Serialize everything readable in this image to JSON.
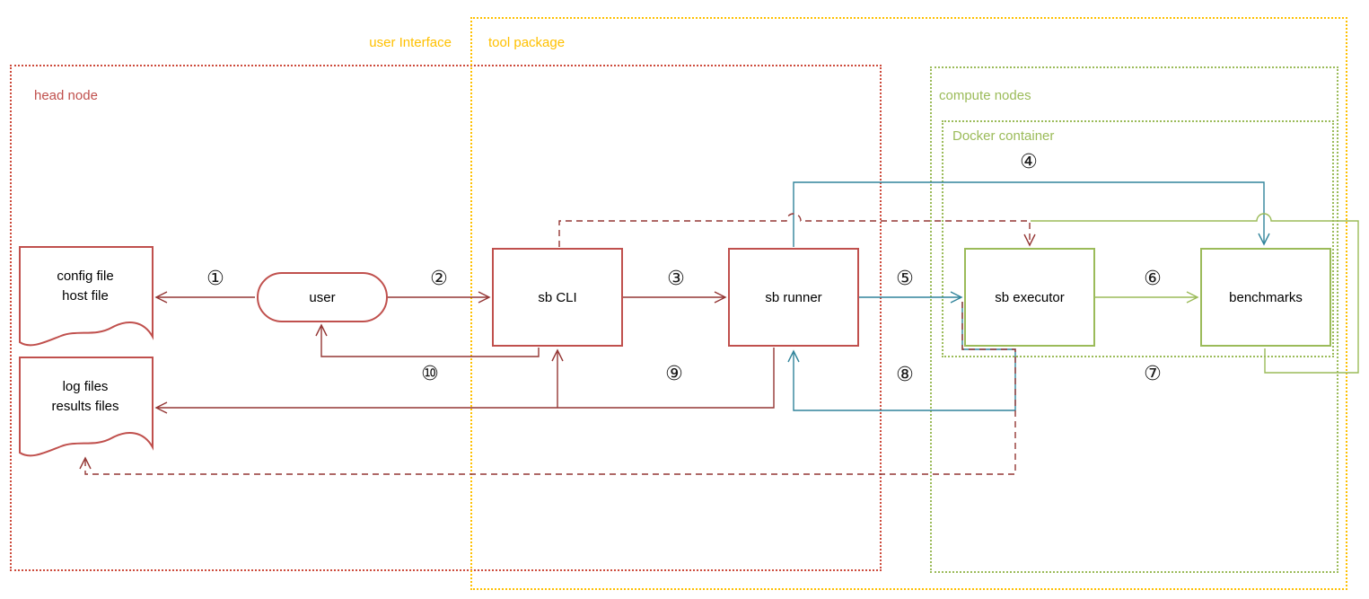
{
  "diagram": {
    "containers": {
      "head_node": {
        "label": "head node",
        "border_color": "#cd4b3c"
      },
      "tool_package": {
        "label": "tool package",
        "border_color": "#ffc000"
      },
      "user_interface": {
        "label": "user Interface",
        "color": "#ffc000"
      },
      "compute_nodes": {
        "label": "compute nodes",
        "border_color": "#9bbb59"
      },
      "docker_container": {
        "label": "Docker container",
        "border_color": "#9bbb59"
      }
    },
    "nodes": {
      "config_files": {
        "line1": "config file",
        "line2": "host file",
        "shape": "document",
        "border_color": "#c0504d"
      },
      "log_files": {
        "line1": "log files",
        "line2": "results files",
        "shape": "document",
        "border_color": "#c0504d"
      },
      "user": {
        "label": "user",
        "shape": "stadium",
        "border_color": "#c0504d"
      },
      "sb_cli": {
        "label": "sb CLI",
        "shape": "rect",
        "border_color": "#c0504d"
      },
      "sb_runner": {
        "label": "sb runner",
        "shape": "rect",
        "border_color": "#c0504d"
      },
      "sb_executor": {
        "label": "sb executor",
        "shape": "rect",
        "border_color": "#9bbb59"
      },
      "benchmarks": {
        "label": "benchmarks",
        "shape": "rect",
        "border_color": "#9bbb59"
      }
    },
    "steps": {
      "s1": "①",
      "s2": "②",
      "s3": "③",
      "s4": "④",
      "s5": "⑤",
      "s6": "⑥",
      "s7": "⑦",
      "s8": "⑧",
      "s9": "⑨",
      "s10": "⑩"
    },
    "arrow_colors": {
      "dark_red": "#943634",
      "teal": "#31849b",
      "green": "#9bbb59"
    }
  }
}
